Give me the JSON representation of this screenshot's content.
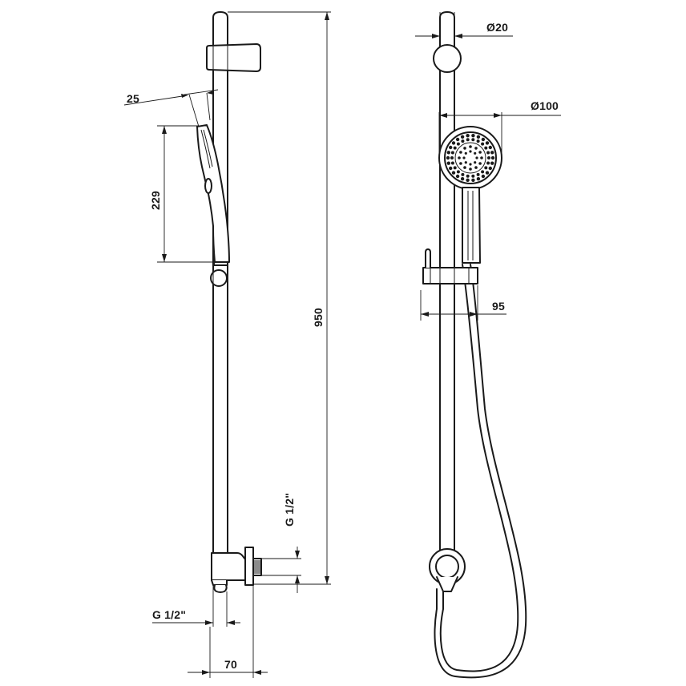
{
  "dimensions": {
    "angle": "25",
    "handshower_length": "229",
    "total_height": "950",
    "outlet_thread_vertical": "G 1/2\"",
    "outlet_thread_horizontal": "G 1/2\"",
    "outlet_projection": "70",
    "rail_diameter": "Ø20",
    "head_diameter": "Ø100",
    "holder_projection": "95"
  }
}
